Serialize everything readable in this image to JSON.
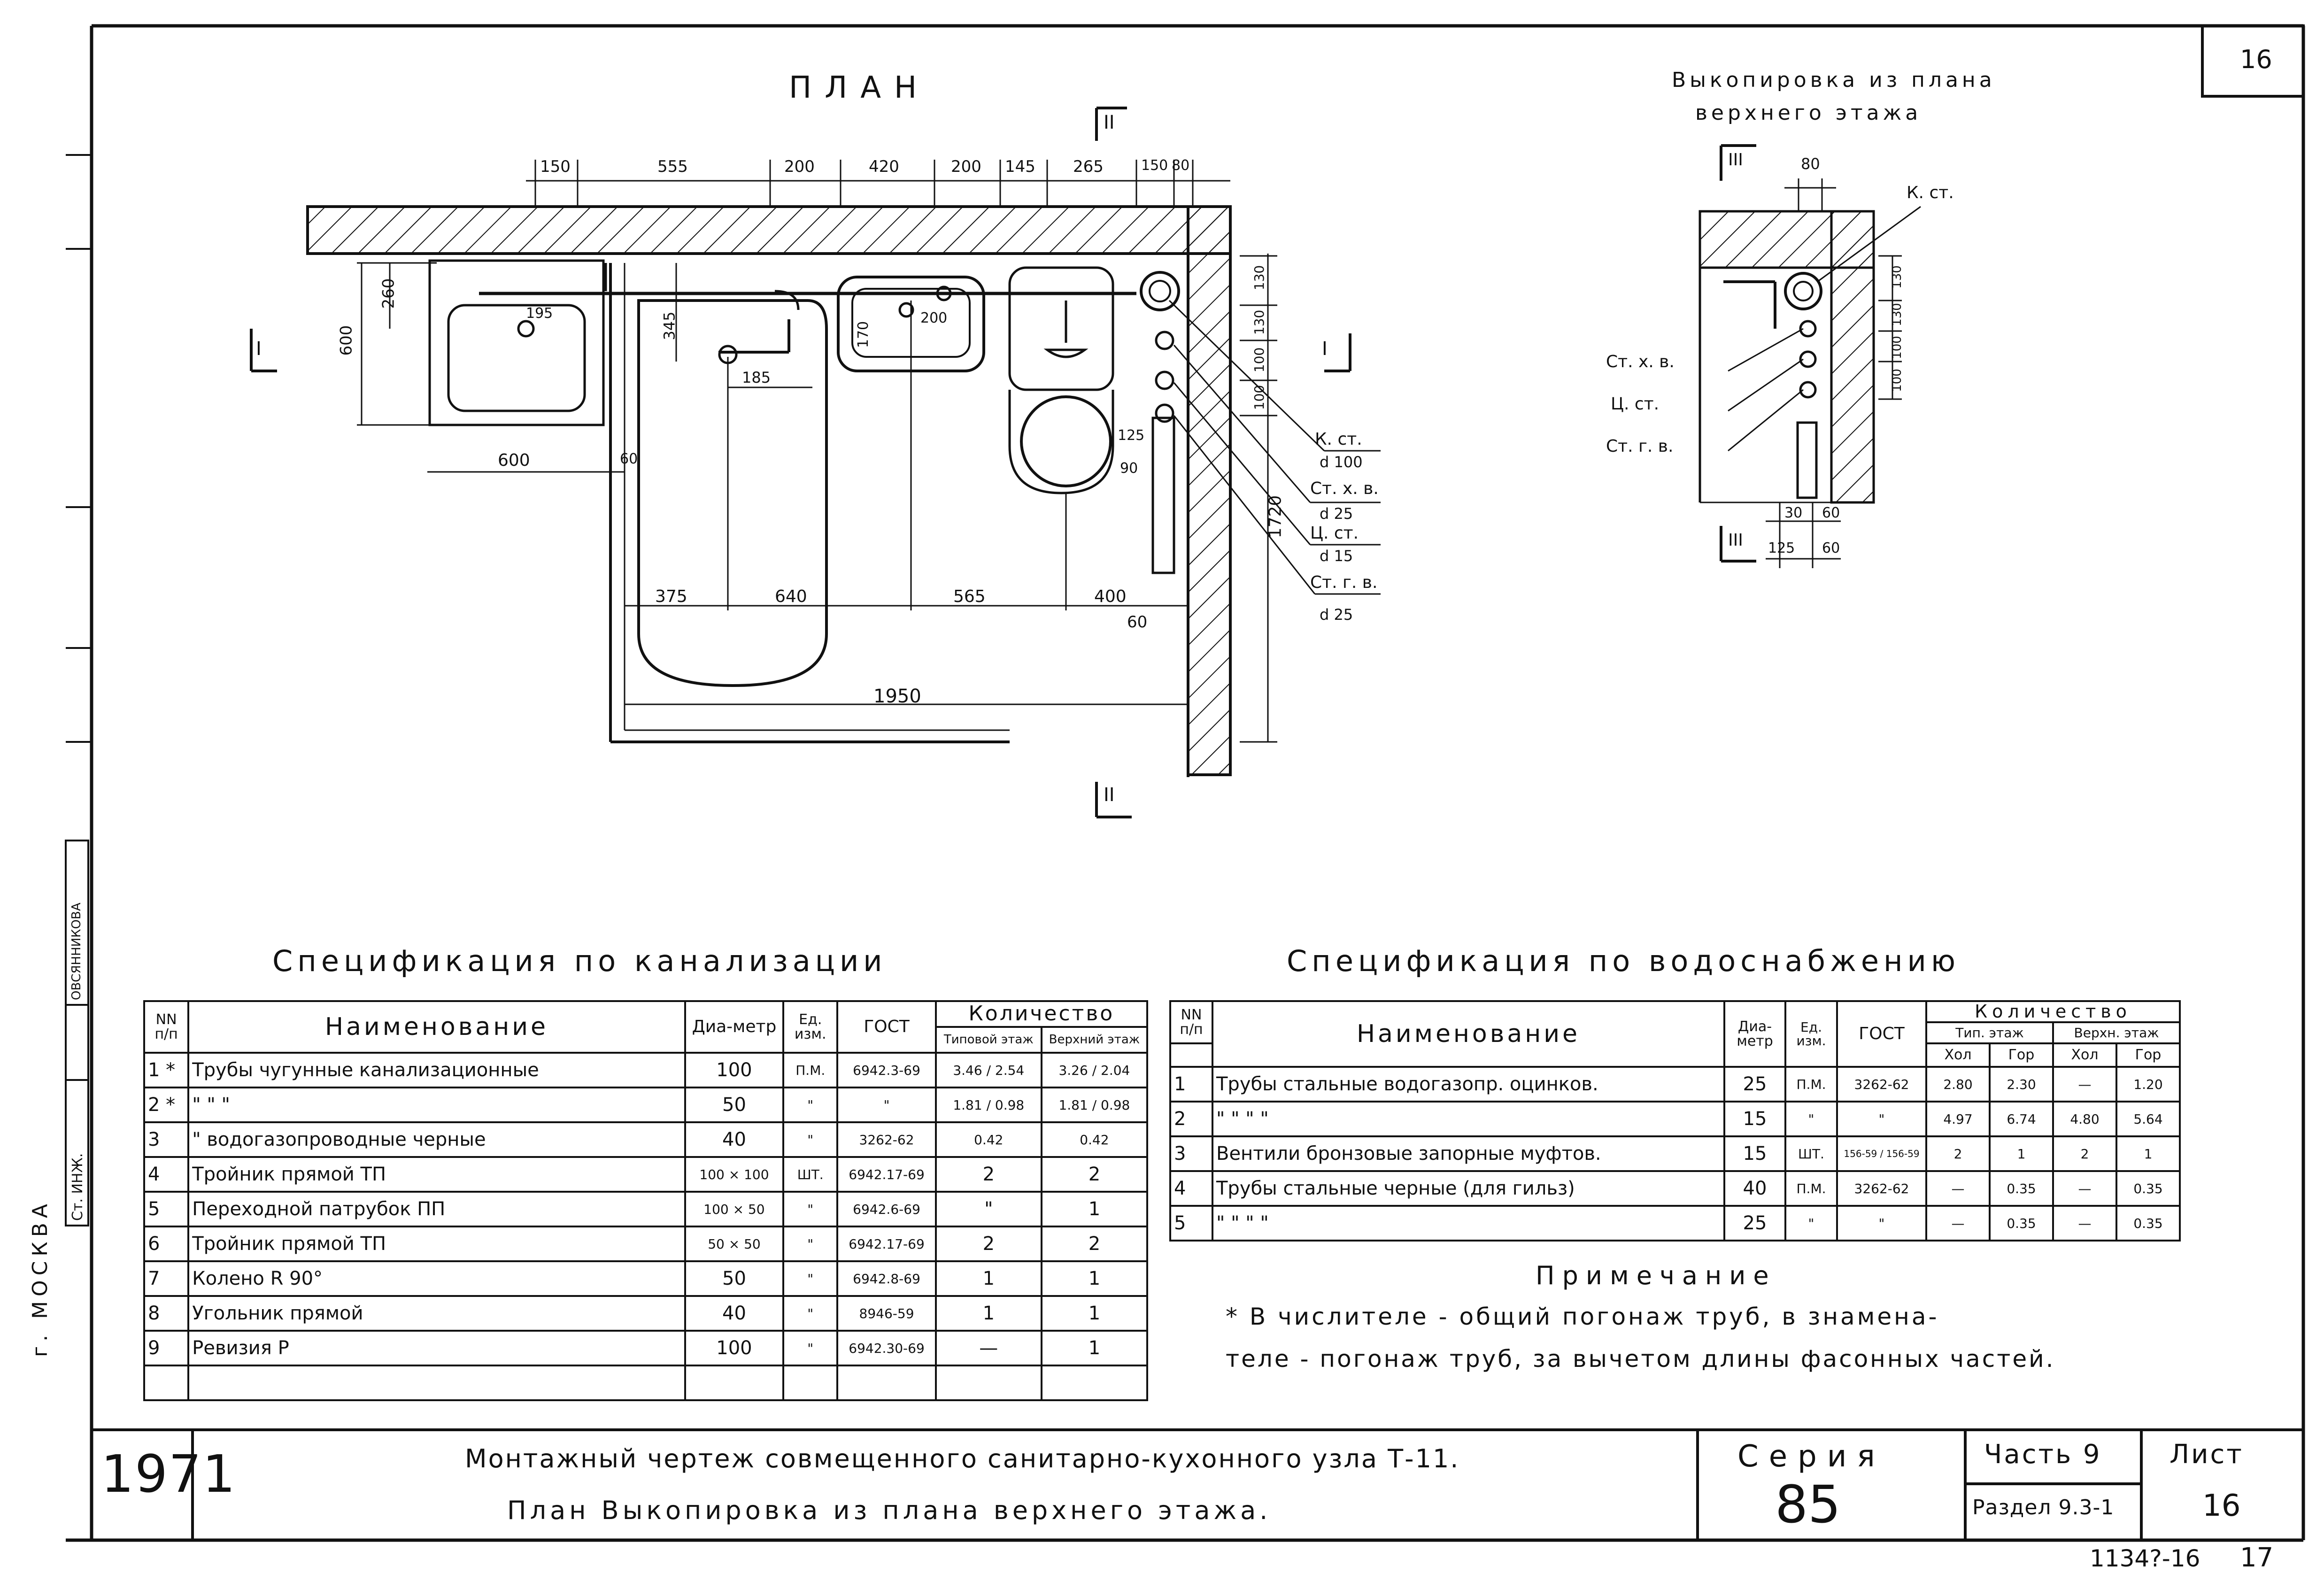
{
  "sheet": {
    "number_top": "16",
    "city": "г. МОСКВА",
    "sig_role": "Ст. ИНЖ.",
    "sig_name": "ОВСЯННИКОВА",
    "sheet_code": "1134?-16",
    "page_number": "17"
  },
  "plan": {
    "title": "ПЛАН",
    "section_marks": [
      "II",
      "II",
      "I",
      "I"
    ],
    "top_dims": [
      "150",
      "555",
      "200",
      "420",
      "200",
      "145",
      "265",
      "150",
      "80"
    ],
    "left_dims": [
      "260",
      "600"
    ],
    "inner_dims": [
      "345",
      "185",
      "195",
      "200",
      "170",
      "125",
      "90",
      "60"
    ],
    "bottom_dims": [
      "600",
      "375",
      "640",
      "565",
      "400",
      "60",
      "1950"
    ],
    "right_dims": [
      "130",
      "130",
      "100",
      "100",
      "1720"
    ],
    "labels": [
      {
        "name": "К. ст.",
        "size": "d 100"
      },
      {
        "name": "Ст. х. в.",
        "size": "d 25"
      },
      {
        "name": "Ц. ст.",
        "size": "d 15"
      },
      {
        "name": "Ст. г. в.",
        "size": "d 25"
      }
    ]
  },
  "copy": {
    "title_line1": "Выкопировка из плана",
    "title_line2": "верхнего этажа",
    "section_mark": "III",
    "dims": [
      "80",
      "130",
      "130",
      "100",
      "100",
      "30",
      "125",
      "60",
      "60"
    ],
    "labels": [
      "К. ст.",
      "Ст. х. в.",
      "Ц. ст.",
      "Ст. г. в."
    ]
  },
  "sewer": {
    "title": "Спецификация по канализации",
    "headers": {
      "nn": "NN п/п",
      "name": "Наименование",
      "dia": "Диа-метр",
      "unit": "Ед. изм.",
      "gost": "ГОСТ",
      "qty": "Количество",
      "typ": "Типовой этаж",
      "top": "Верхний этаж"
    },
    "rows": [
      {
        "n": "1 *",
        "name": "Трубы чугунные канализационные",
        "dia": "100",
        "unit": "П.М.",
        "gost": "6942.3-69",
        "typ": "3.46 / 2.54",
        "top": "3.26 / 2.04"
      },
      {
        "n": "2 *",
        "name": "\"      \"      \"",
        "dia": "50",
        "unit": "\"",
        "gost": "\"",
        "typ": "1.81 / 0.98",
        "top": "1.81 / 0.98"
      },
      {
        "n": "3",
        "name": "\"  водогазопроводные черные",
        "dia": "40",
        "unit": "\"",
        "gost": "3262-62",
        "typ": "0.42",
        "top": "0.42"
      },
      {
        "n": "4",
        "name": "Тройник прямой ТП",
        "dia": "100 × 100",
        "unit": "ШТ.",
        "gost": "6942.17-69",
        "typ": "2",
        "top": "2"
      },
      {
        "n": "5",
        "name": "Переходной патрубок ПП",
        "dia": "100 × 50",
        "unit": "\"",
        "gost": "6942.6-69",
        "typ": "\"",
        "top": "1"
      },
      {
        "n": "6",
        "name": "Тройник прямой ТП",
        "dia": "50 × 50",
        "unit": "\"",
        "gost": "6942.17-69",
        "typ": "2",
        "top": "2"
      },
      {
        "n": "7",
        "name": "Колено R 90°",
        "dia": "50",
        "unit": "\"",
        "gost": "6942.8-69",
        "typ": "1",
        "top": "1"
      },
      {
        "n": "8",
        "name": "Угольник прямой",
        "dia": "40",
        "unit": "\"",
        "gost": "8946-59",
        "typ": "1",
        "top": "1"
      },
      {
        "n": "9",
        "name": "Ревизия Р",
        "dia": "100",
        "unit": "\"",
        "gost": "6942.30-69",
        "typ": "—",
        "top": "1"
      }
    ]
  },
  "water": {
    "title": "Спецификация по водоснабжению",
    "headers": {
      "nn": "NN п/п",
      "name": "Наименование",
      "dia": "Диа-метр",
      "unit": "Ед. изм.",
      "gost": "ГОСТ",
      "qty": "Количество",
      "typ": "Тип. этаж",
      "top": "Верхн. этаж",
      "cold": "Хол",
      "hot": "Гор"
    },
    "rows": [
      {
        "n": "1",
        "name": "Трубы стальные водогазопр. оцинков.",
        "dia": "25",
        "unit": "П.М.",
        "gost": "3262-62",
        "tc": "2.80",
        "th": "2.30",
        "uc": "—",
        "uh": "1.20"
      },
      {
        "n": "2",
        "name": "\"      \"      \"      \"",
        "dia": "15",
        "unit": "\"",
        "gost": "\"",
        "tc": "4.97",
        "th": "6.74",
        "uc": "4.80",
        "uh": "5.64"
      },
      {
        "n": "3",
        "name": "Вентили бронзовые запорные муфтов.",
        "dia": "15",
        "unit": "ШТ.",
        "gost": "156-59 / 156-59",
        "tc": "2",
        "th": "1",
        "uc": "2",
        "uh": "1"
      },
      {
        "n": "4",
        "name": "Трубы стальные черные (для гильз)",
        "dia": "40",
        "unit": "П.М.",
        "gost": "3262-62",
        "tc": "—",
        "th": "0.35",
        "uc": "—",
        "uh": "0.35"
      },
      {
        "n": "5",
        "name": "\"      \"      \"      \"",
        "dia": "25",
        "unit": "\"",
        "gost": "\"",
        "tc": "—",
        "th": "0.35",
        "uc": "—",
        "uh": "0.35"
      }
    ]
  },
  "note": {
    "title": "Примечание",
    "line1": "* В числителе - общий погонаж труб, в знамена-",
    "line2": "теле - погонаж труб, за вычетом длины фасонных частей."
  },
  "titleblock": {
    "year": "1971",
    "line1": "Монтажный чертеж совмещенного санитарно-кухонного узла Т-11.",
    "line2": "План Выкопировка из плана верхнего этажа.",
    "series_label": "Серия",
    "series_value": "85",
    "part": "Часть 9",
    "section": "Раздел 9.3-1",
    "sheet_label": "Лист",
    "sheet_value": "16"
  }
}
